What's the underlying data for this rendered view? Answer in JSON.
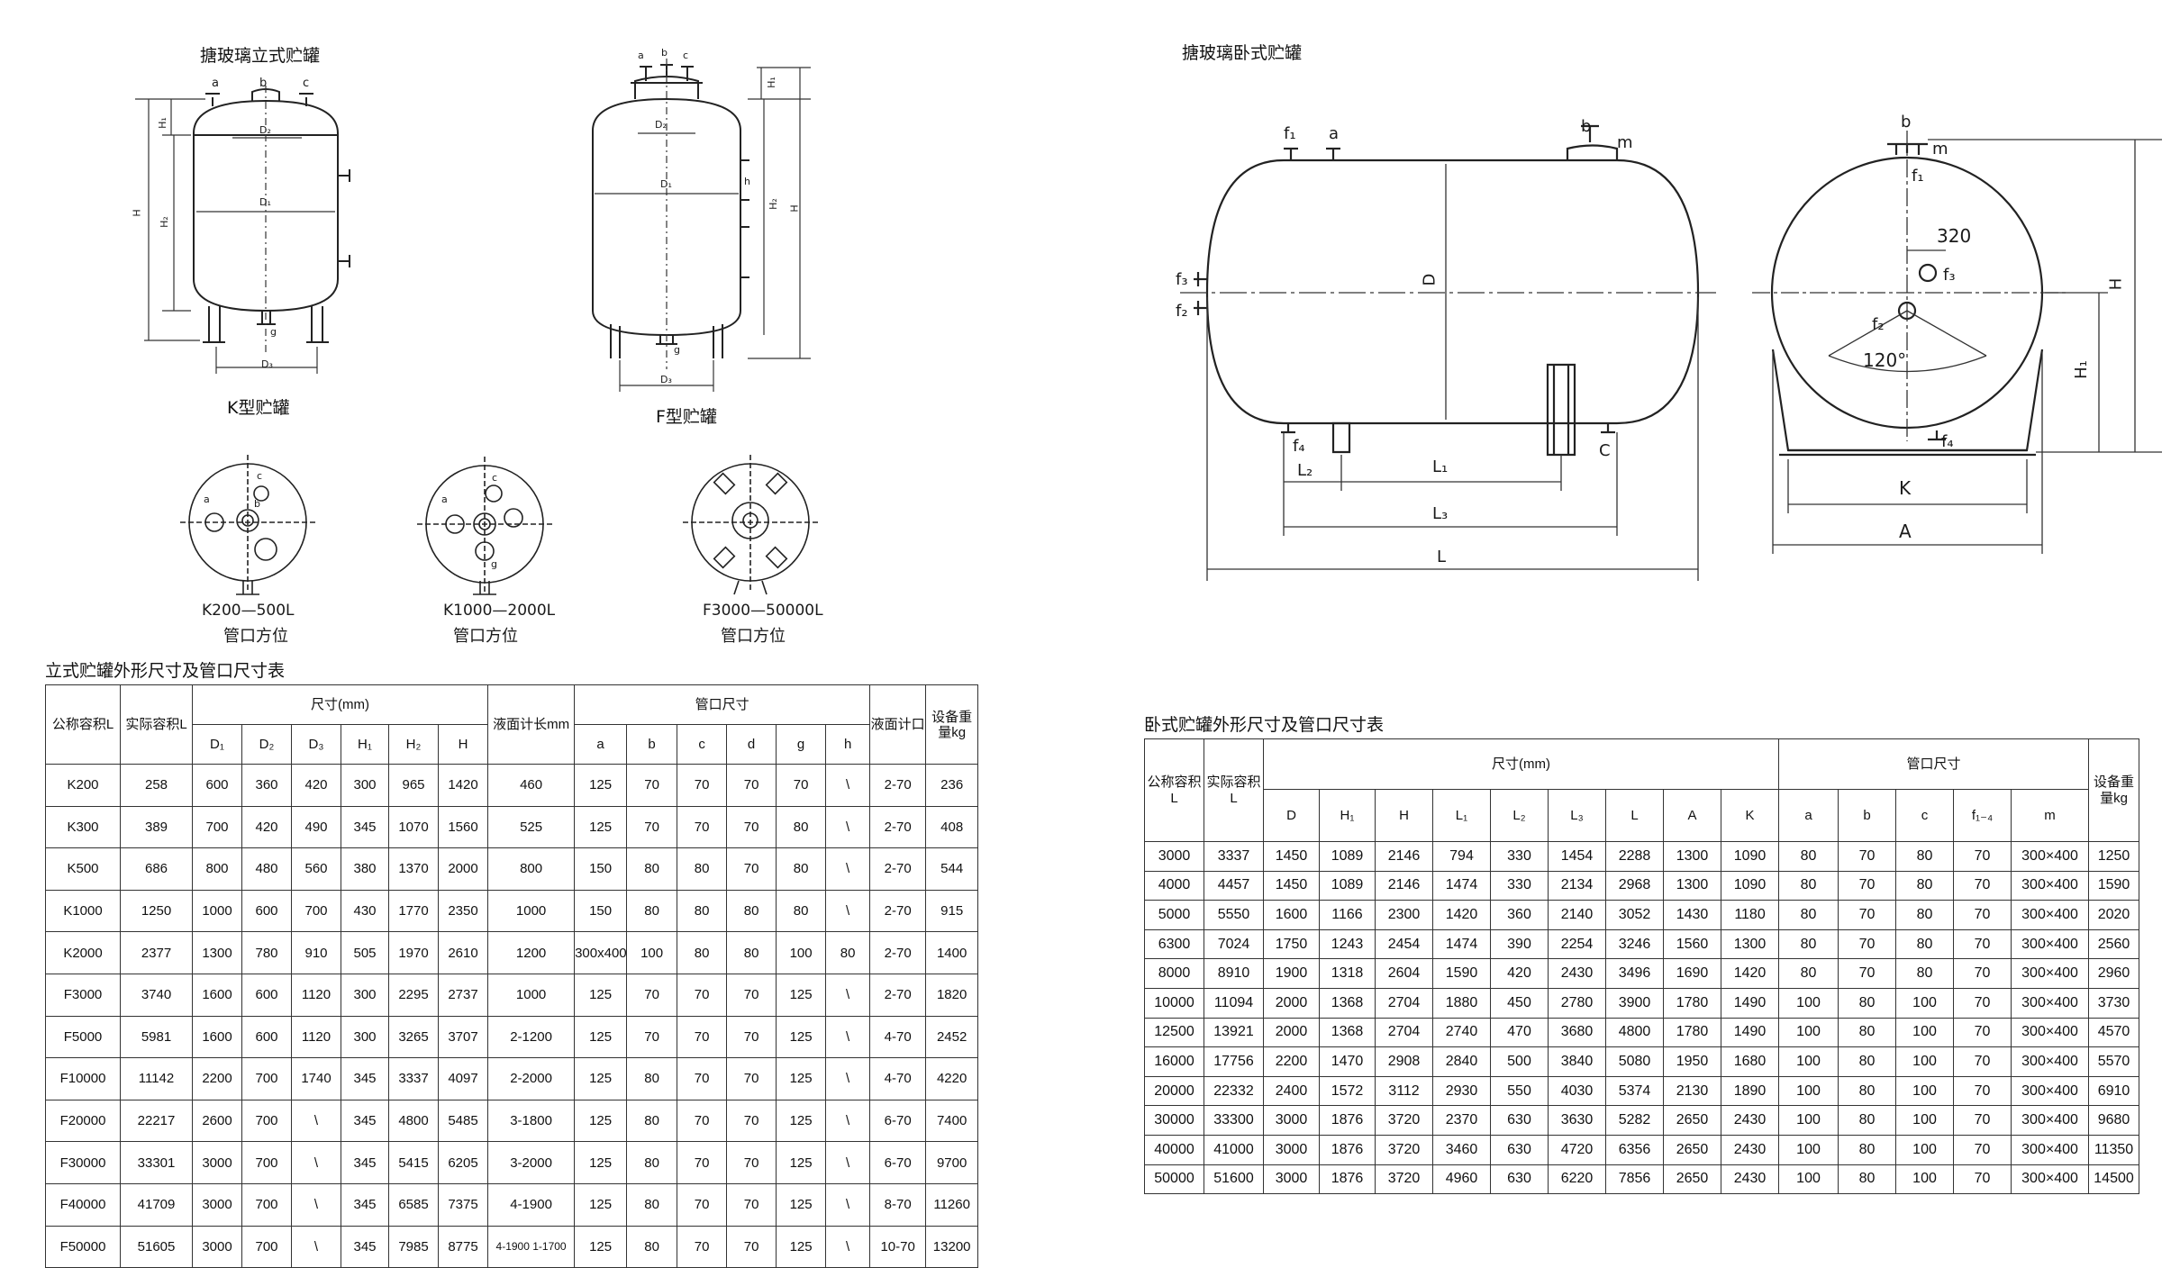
{
  "titles": {
    "vertical_tank": "搪玻璃立式贮罐",
    "horizontal_tank": "搪玻璃卧式贮罐",
    "k_type": "K型贮罐",
    "f_type": "F型贮罐",
    "vertical_table": "立式贮罐外形尺寸及管口尺寸表",
    "horizontal_table": "卧式贮罐外形尺寸及管口尺寸表"
  },
  "orientation": {
    "k1_range": "K200—500L",
    "k2_range": "K1000—2000L",
    "f_range": "F3000—50000L",
    "caption": "管口方位"
  },
  "k_labels": {
    "a": "a",
    "b": "b",
    "c": "c",
    "H1": "H₁",
    "H2": "H₂",
    "H": "H",
    "D1": "D₁",
    "D2": "D₂",
    "D3": "D₃",
    "g": "g"
  },
  "f_labels": {
    "a": "a",
    "b": "b",
    "c": "c",
    "h": "h",
    "H1": "H₁",
    "H2": "H₂",
    "H": "H",
    "D1": "D₁",
    "D2": "D₂",
    "D3": "D₃",
    "g": "g"
  },
  "h_labels": {
    "f1": "f₁",
    "a": "a",
    "b": "b",
    "m": "m",
    "f3": "f₃",
    "f2": "f₂",
    "f4": "f₄",
    "C": "C",
    "D": "D",
    "L": "L",
    "L1": "L₁",
    "L2": "L₂",
    "L3": "L₃",
    "end_b": "b",
    "end_m": "m",
    "end_f1": "f₁",
    "end_320": "320",
    "end_f3": "f₃",
    "end_f2": "f₂",
    "end_120": "120°",
    "end_f4": "f₄",
    "end_K": "K",
    "end_A": "A",
    "end_H": "H",
    "end_H1": "H₁"
  },
  "vertical_table": {
    "headers": {
      "nominal": "公称容积L",
      "actual": "实际容积L",
      "size_group": "尺寸(mm)",
      "size_cols": [
        "D₁",
        "D₂",
        "D₃",
        "H₁",
        "H₂",
        "H"
      ],
      "gauge": "液面计长mm",
      "nozzle_group": "管口尺寸",
      "nozzle_cols": [
        "a",
        "b",
        "c",
        "d",
        "g",
        "h"
      ],
      "level": "液面计口",
      "weight": "设备重量kg"
    },
    "rows": [
      [
        "K200",
        "258",
        "600",
        "360",
        "420",
        "300",
        "965",
        "1420",
        "460",
        "125",
        "70",
        "70",
        "70",
        "70",
        "\\",
        "2-70",
        "236"
      ],
      [
        "K300",
        "389",
        "700",
        "420",
        "490",
        "345",
        "1070",
        "1560",
        "525",
        "125",
        "70",
        "70",
        "70",
        "80",
        "\\",
        "2-70",
        "408"
      ],
      [
        "K500",
        "686",
        "800",
        "480",
        "560",
        "380",
        "1370",
        "2000",
        "800",
        "150",
        "80",
        "80",
        "70",
        "80",
        "\\",
        "2-70",
        "544"
      ],
      [
        "K1000",
        "1250",
        "1000",
        "600",
        "700",
        "430",
        "1770",
        "2350",
        "1000",
        "150",
        "80",
        "80",
        "80",
        "80",
        "\\",
        "2-70",
        "915"
      ],
      [
        "K2000",
        "2377",
        "1300",
        "780",
        "910",
        "505",
        "1970",
        "2610",
        "1200",
        "300x400",
        "100",
        "80",
        "80",
        "100",
        "80",
        "2-70",
        "1400"
      ],
      [
        "F3000",
        "3740",
        "1600",
        "600",
        "1120",
        "300",
        "2295",
        "2737",
        "1000",
        "125",
        "70",
        "70",
        "70",
        "125",
        "\\",
        "2-70",
        "1820"
      ],
      [
        "F5000",
        "5981",
        "1600",
        "600",
        "1120",
        "300",
        "3265",
        "3707",
        "2-1200",
        "125",
        "70",
        "70",
        "70",
        "125",
        "\\",
        "4-70",
        "2452"
      ],
      [
        "F10000",
        "11142",
        "2200",
        "700",
        "1740",
        "345",
        "3337",
        "4097",
        "2-2000",
        "125",
        "80",
        "70",
        "70",
        "125",
        "\\",
        "4-70",
        "4220"
      ],
      [
        "F20000",
        "22217",
        "2600",
        "700",
        "\\",
        "345",
        "4800",
        "5485",
        "3-1800",
        "125",
        "80",
        "70",
        "70",
        "125",
        "\\",
        "6-70",
        "7400"
      ],
      [
        "F30000",
        "33301",
        "3000",
        "700",
        "\\",
        "345",
        "5415",
        "6205",
        "3-2000",
        "125",
        "80",
        "70",
        "70",
        "125",
        "\\",
        "6-70",
        "9700"
      ],
      [
        "F40000",
        "41709",
        "3000",
        "700",
        "\\",
        "345",
        "6585",
        "7375",
        "4-1900",
        "125",
        "80",
        "70",
        "70",
        "125",
        "\\",
        "8-70",
        "11260"
      ],
      [
        "F50000",
        "51605",
        "3000",
        "700",
        "\\",
        "345",
        "7985",
        "8775",
        "4-1900 1-1700",
        "125",
        "80",
        "70",
        "70",
        "125",
        "\\",
        "10-70",
        "13200"
      ]
    ]
  },
  "horizontal_table": {
    "headers": {
      "nominal": "公称容积L",
      "actual": "实际容积L",
      "size_group": "尺寸(mm)",
      "size_cols": [
        "D",
        "H₁",
        "H",
        "L₁",
        "L₂",
        "L₃",
        "L",
        "A",
        "K"
      ],
      "nozzle_group": "管口尺寸",
      "nozzle_cols": [
        "a",
        "b",
        "c",
        "f₁₋₄",
        "m"
      ],
      "weight": "设备重量kg"
    },
    "rows": [
      [
        "3000",
        "3337",
        "1450",
        "1089",
        "2146",
        "794",
        "330",
        "1454",
        "2288",
        "1300",
        "1090",
        "80",
        "70",
        "80",
        "70",
        "300×400",
        "1250"
      ],
      [
        "4000",
        "4457",
        "1450",
        "1089",
        "2146",
        "1474",
        "330",
        "2134",
        "2968",
        "1300",
        "1090",
        "80",
        "70",
        "80",
        "70",
        "300×400",
        "1590"
      ],
      [
        "5000",
        "5550",
        "1600",
        "1166",
        "2300",
        "1420",
        "360",
        "2140",
        "3052",
        "1430",
        "1180",
        "80",
        "70",
        "80",
        "70",
        "300×400",
        "2020"
      ],
      [
        "6300",
        "7024",
        "1750",
        "1243",
        "2454",
        "1474",
        "390",
        "2254",
        "3246",
        "1560",
        "1300",
        "80",
        "70",
        "80",
        "70",
        "300×400",
        "2560"
      ],
      [
        "8000",
        "8910",
        "1900",
        "1318",
        "2604",
        "1590",
        "420",
        "2430",
        "3496",
        "1690",
        "1420",
        "80",
        "70",
        "80",
        "70",
        "300×400",
        "2960"
      ],
      [
        "10000",
        "11094",
        "2000",
        "1368",
        "2704",
        "1880",
        "450",
        "2780",
        "3900",
        "1780",
        "1490",
        "100",
        "80",
        "100",
        "70",
        "300×400",
        "3730"
      ],
      [
        "12500",
        "13921",
        "2000",
        "1368",
        "2704",
        "2740",
        "470",
        "3680",
        "4800",
        "1780",
        "1490",
        "100",
        "80",
        "100",
        "70",
        "300×400",
        "4570"
      ],
      [
        "16000",
        "17756",
        "2200",
        "1470",
        "2908",
        "2840",
        "500",
        "3840",
        "5080",
        "1950",
        "1680",
        "100",
        "80",
        "100",
        "70",
        "300×400",
        "5570"
      ],
      [
        "20000",
        "22332",
        "2400",
        "1572",
        "3112",
        "2930",
        "550",
        "4030",
        "5374",
        "2130",
        "1890",
        "100",
        "80",
        "100",
        "70",
        "300×400",
        "6910"
      ],
      [
        "30000",
        "33300",
        "3000",
        "1876",
        "3720",
        "2370",
        "630",
        "3630",
        "5282",
        "2650",
        "2430",
        "100",
        "80",
        "100",
        "70",
        "300×400",
        "9680"
      ],
      [
        "40000",
        "41000",
        "3000",
        "1876",
        "3720",
        "3460",
        "630",
        "4720",
        "6356",
        "2650",
        "2430",
        "100",
        "80",
        "100",
        "70",
        "300×400",
        "11350"
      ],
      [
        "50000",
        "51600",
        "3000",
        "1876",
        "3720",
        "4960",
        "630",
        "6220",
        "7856",
        "2650",
        "2430",
        "100",
        "80",
        "100",
        "70",
        "300×400",
        "14500"
      ]
    ]
  }
}
